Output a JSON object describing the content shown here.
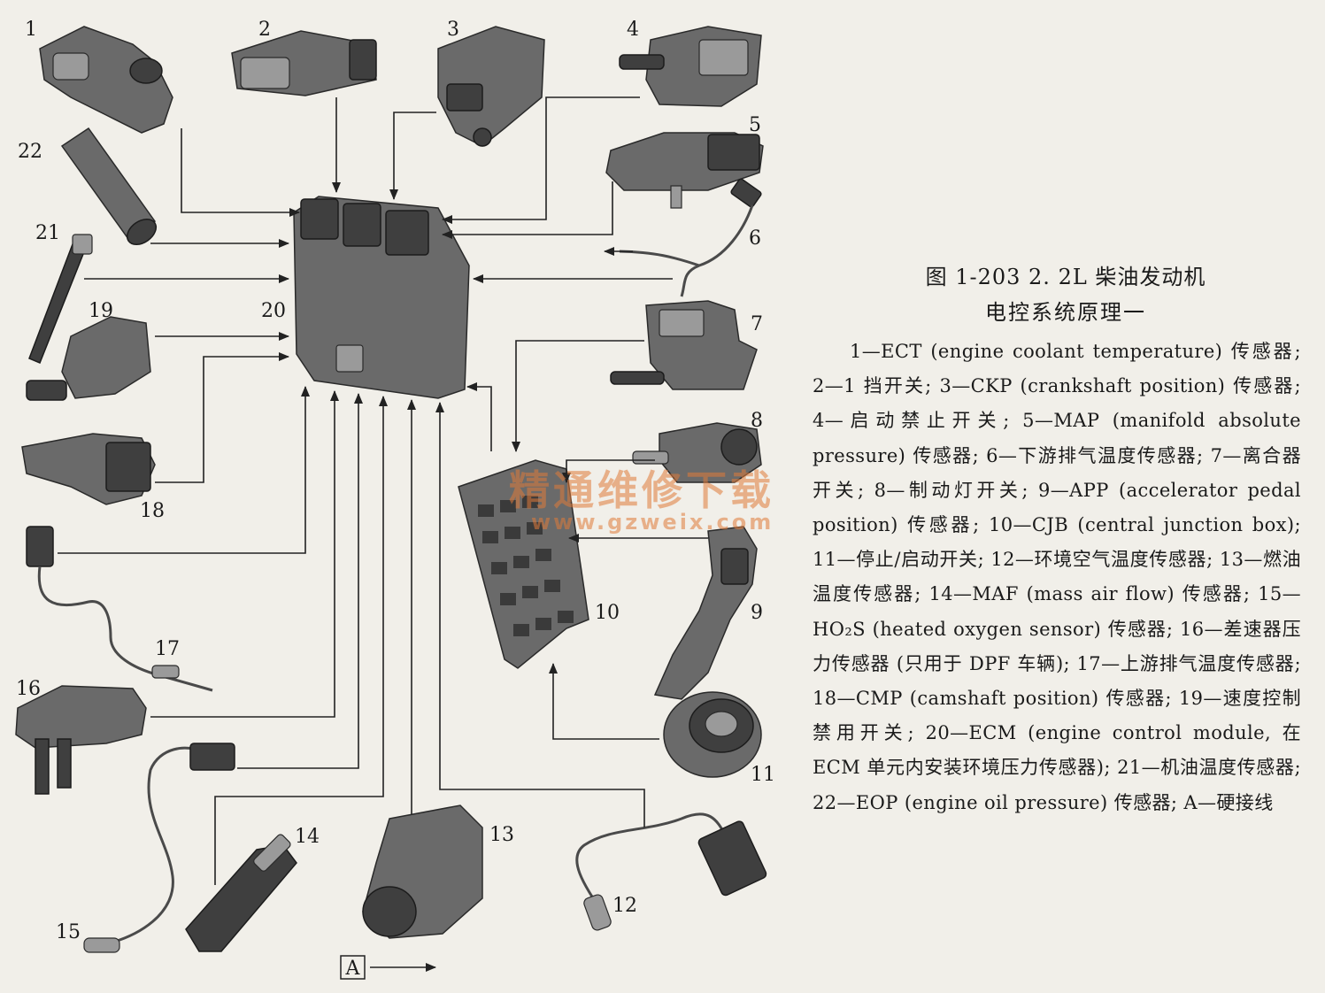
{
  "figure": {
    "title": "图 1-203   2. 2L 柴油发动机",
    "subtitle": "电控系统原理一",
    "legend": "1—ECT (engine coolant temperature) 传感器; 2—1 挡开关; 3—CKP (crankshaft position) 传感器; 4—启动禁止开关; 5—MAP (manifold absolute pressure) 传感器; 6—下游排气温度传感器; 7—离合器开关; 8—制动灯开关; 9—APP (accelerator pedal position) 传感器; 10—CJB (central junction box); 11—停止/启动开关; 12—环境空气温度传感器; 13—燃油温度传感器; 14—MAF (mass air flow) 传感器; 15—HO₂S (heated oxygen sensor) 传感器; 16—差速器压力传感器 (只用于 DPF 车辆); 17—上游排气温度传感器; 18—CMP (camshaft position) 传感器; 19—速度控制禁用开关; 20—ECM (engine control module, 在 ECM 单元内安装环境压力传感器); 21—机油温度传感器; 22—EOP (engine oil pressure) 传感器; A—硬接线"
  },
  "labels": {
    "n1": "1",
    "n2": "2",
    "n3": "3",
    "n4": "4",
    "n5": "5",
    "n6": "6",
    "n7": "7",
    "n8": "8",
    "n9": "9",
    "n10": "10",
    "n11": "11",
    "n12": "12",
    "n13": "13",
    "n14": "14",
    "n15": "15",
    "n16": "16",
    "n17": "17",
    "n18": "18",
    "n19": "19",
    "n20": "20",
    "n21": "21",
    "n22": "22"
  },
  "legend_key": {
    "box_label": "A"
  },
  "watermark": {
    "cn": "精通维修下载",
    "url": "www.gzweix.com"
  }
}
